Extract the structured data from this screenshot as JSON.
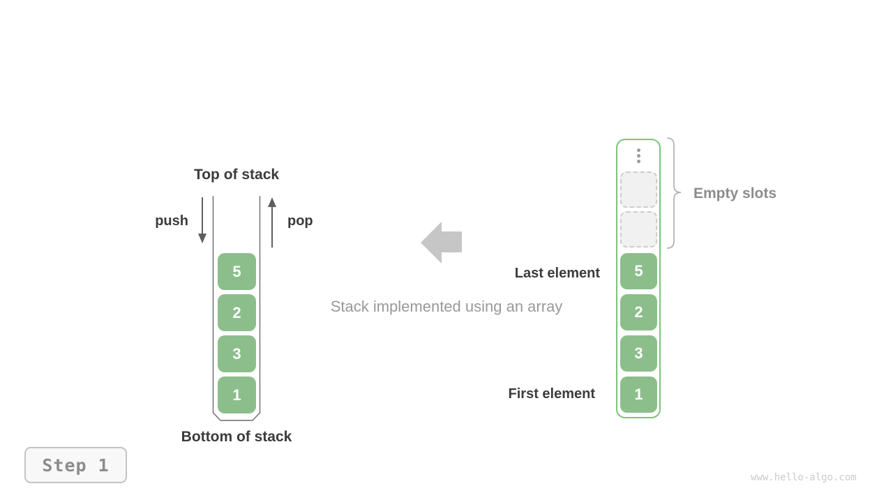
{
  "left_stack": {
    "top_label": "Top of stack",
    "bottom_label": "Bottom of stack",
    "push_label": "push",
    "pop_label": "pop",
    "cells": [
      "5",
      "2",
      "3",
      "1"
    ]
  },
  "center": {
    "caption": "Stack implemented using an array",
    "arrow_icon": "left-block-arrow"
  },
  "right_array": {
    "ellipsis_icon": "vertical-ellipsis",
    "empty_slot_count": 2,
    "empty_slots_label": "Empty slots",
    "last_element_label": "Last element",
    "first_element_label": "First element",
    "cells": [
      "5",
      "2",
      "3",
      "1"
    ]
  },
  "footer": {
    "step_badge": "Step 1",
    "watermark": "www.hello-algo.com"
  },
  "colors": {
    "cell_green": "#8cbe8c",
    "array_border_green": "#7cc47c",
    "dark_text": "#3b3b3b",
    "muted_text": "#999999",
    "label_gray": "#8c8c8c",
    "block_arrow_gray": "#c6c6c6",
    "stroke_gray": "#666666"
  }
}
